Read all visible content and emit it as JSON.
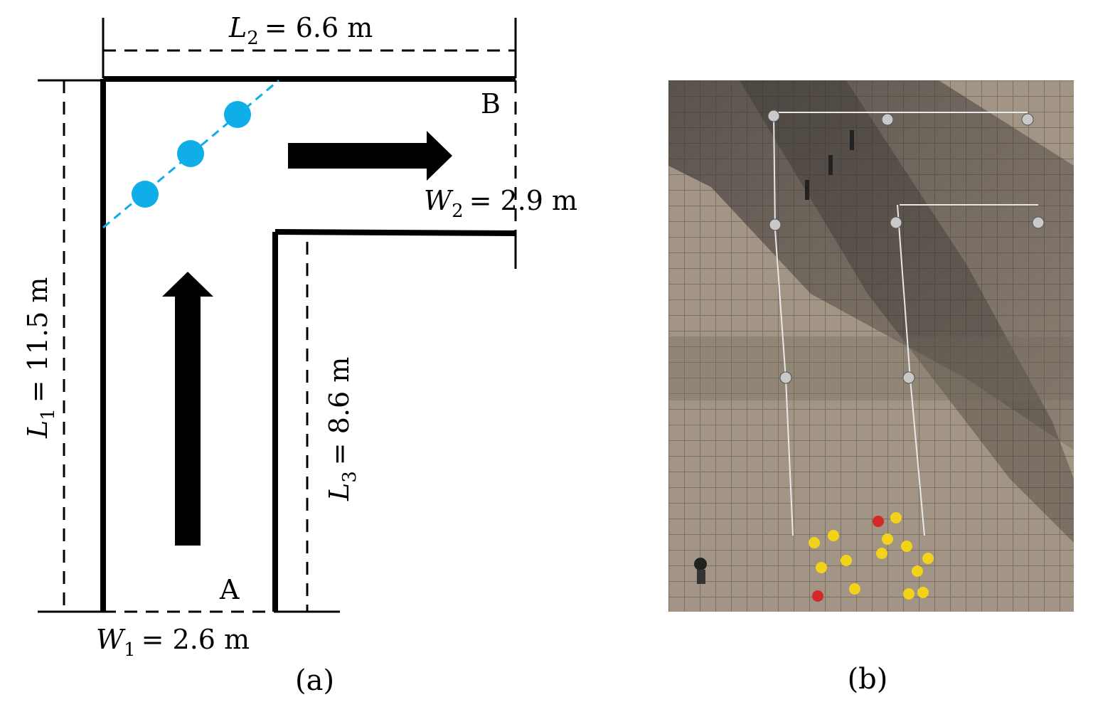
{
  "panel_a": {
    "caption": "(a)",
    "dimensions": {
      "L1": {
        "symbol": "L",
        "sub": "1",
        "value": "= 11.5 m"
      },
      "L2": {
        "symbol": "L",
        "sub": "2",
        "value": "= 6.6 m"
      },
      "L3": {
        "symbol": "L",
        "sub": "3",
        "value": "= 8.6 m"
      },
      "W1": {
        "symbol": "W",
        "sub": "1",
        "value": "= 2.6 m"
      },
      "W2": {
        "symbol": "W",
        "sub": "2",
        "value": "= 2.9 m"
      }
    },
    "points": {
      "A": "A",
      "B": "B"
    },
    "colors": {
      "pedestrian": "#10aee8",
      "wall": "#000000",
      "arrow": "#000000"
    },
    "pedestrian_count": 3
  },
  "panel_b": {
    "caption": "(b)",
    "description_icon": "overhead-photo"
  }
}
